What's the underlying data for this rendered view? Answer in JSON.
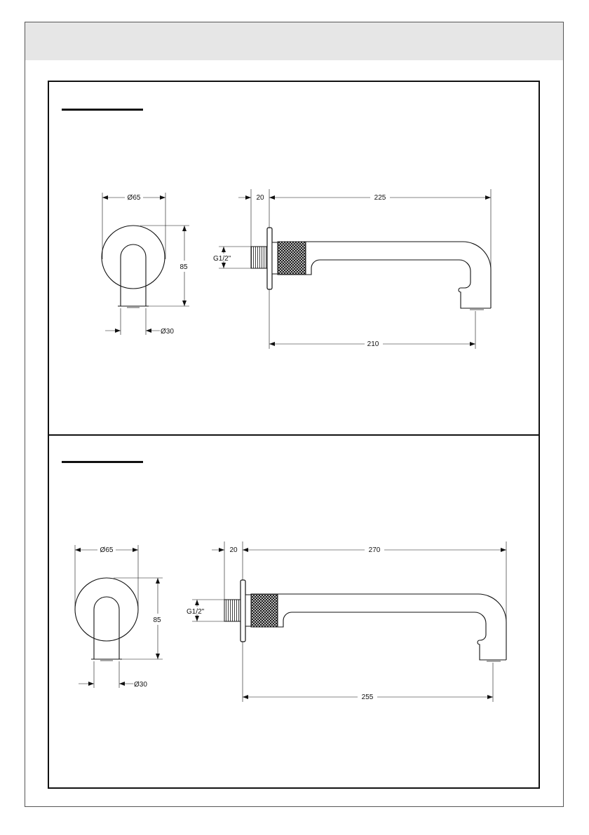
{
  "drawings": [
    {
      "dims": {
        "front_dia": "Ø65",
        "height": "85",
        "outlet_dia": "Ø30",
        "thread": "G1/2\"",
        "backplate": "20",
        "total_length": "225",
        "projection": "210"
      }
    },
    {
      "dims": {
        "front_dia": "Ø65",
        "height": "85",
        "outlet_dia": "Ø30",
        "thread": "G1/2\"",
        "backplate": "20",
        "total_length": "270",
        "projection": "255"
      }
    }
  ],
  "colors": {
    "line": "#111111",
    "header_band": "#e6e6e6",
    "frame": "#555555"
  }
}
